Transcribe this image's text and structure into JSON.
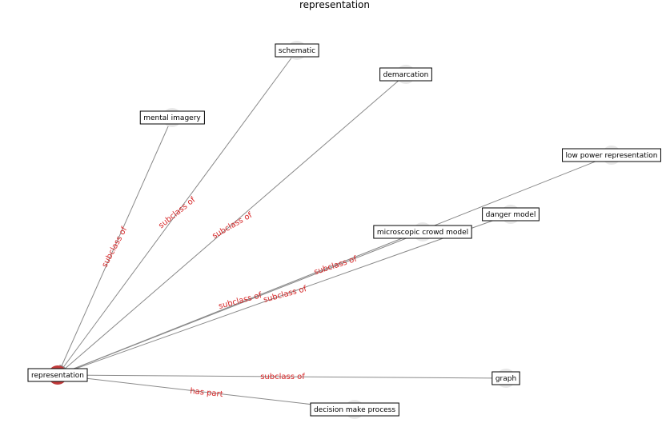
{
  "title": "representation",
  "colors": {
    "edge": "#8a8a8a",
    "edge_label": "#d62728",
    "center_node": "#c23b3b",
    "node": "#e8e8e8"
  },
  "nodes": [
    {
      "id": "representation",
      "label": "representation",
      "center": true
    },
    {
      "id": "schematic",
      "label": "schematic"
    },
    {
      "id": "demarcation",
      "label": "demarcation"
    },
    {
      "id": "mental_imagery",
      "label": "mental imagery"
    },
    {
      "id": "low_power_representation",
      "label": "low power representation"
    },
    {
      "id": "danger_model",
      "label": "danger model"
    },
    {
      "id": "microscopic_crowd_model",
      "label": "microscopic crowd model"
    },
    {
      "id": "graph",
      "label": "graph"
    },
    {
      "id": "decision_make_process",
      "label": "decision make process"
    }
  ],
  "edges": [
    {
      "source": "mental_imagery",
      "target": "representation",
      "label": "subclass of"
    },
    {
      "source": "schematic",
      "target": "representation",
      "label": "subclass of"
    },
    {
      "source": "demarcation",
      "target": "representation",
      "label": "subclass of"
    },
    {
      "source": "low_power_representation",
      "target": "representation",
      "label": "subclass of"
    },
    {
      "source": "microscopic_crowd_model",
      "target": "representation",
      "label": "subclass of"
    },
    {
      "source": "danger_model",
      "target": "representation",
      "label": "subclass of"
    },
    {
      "source": "graph",
      "target": "representation",
      "label": "subclass of"
    },
    {
      "source": "representation",
      "target": "decision_make_process",
      "label": "has part"
    }
  ]
}
